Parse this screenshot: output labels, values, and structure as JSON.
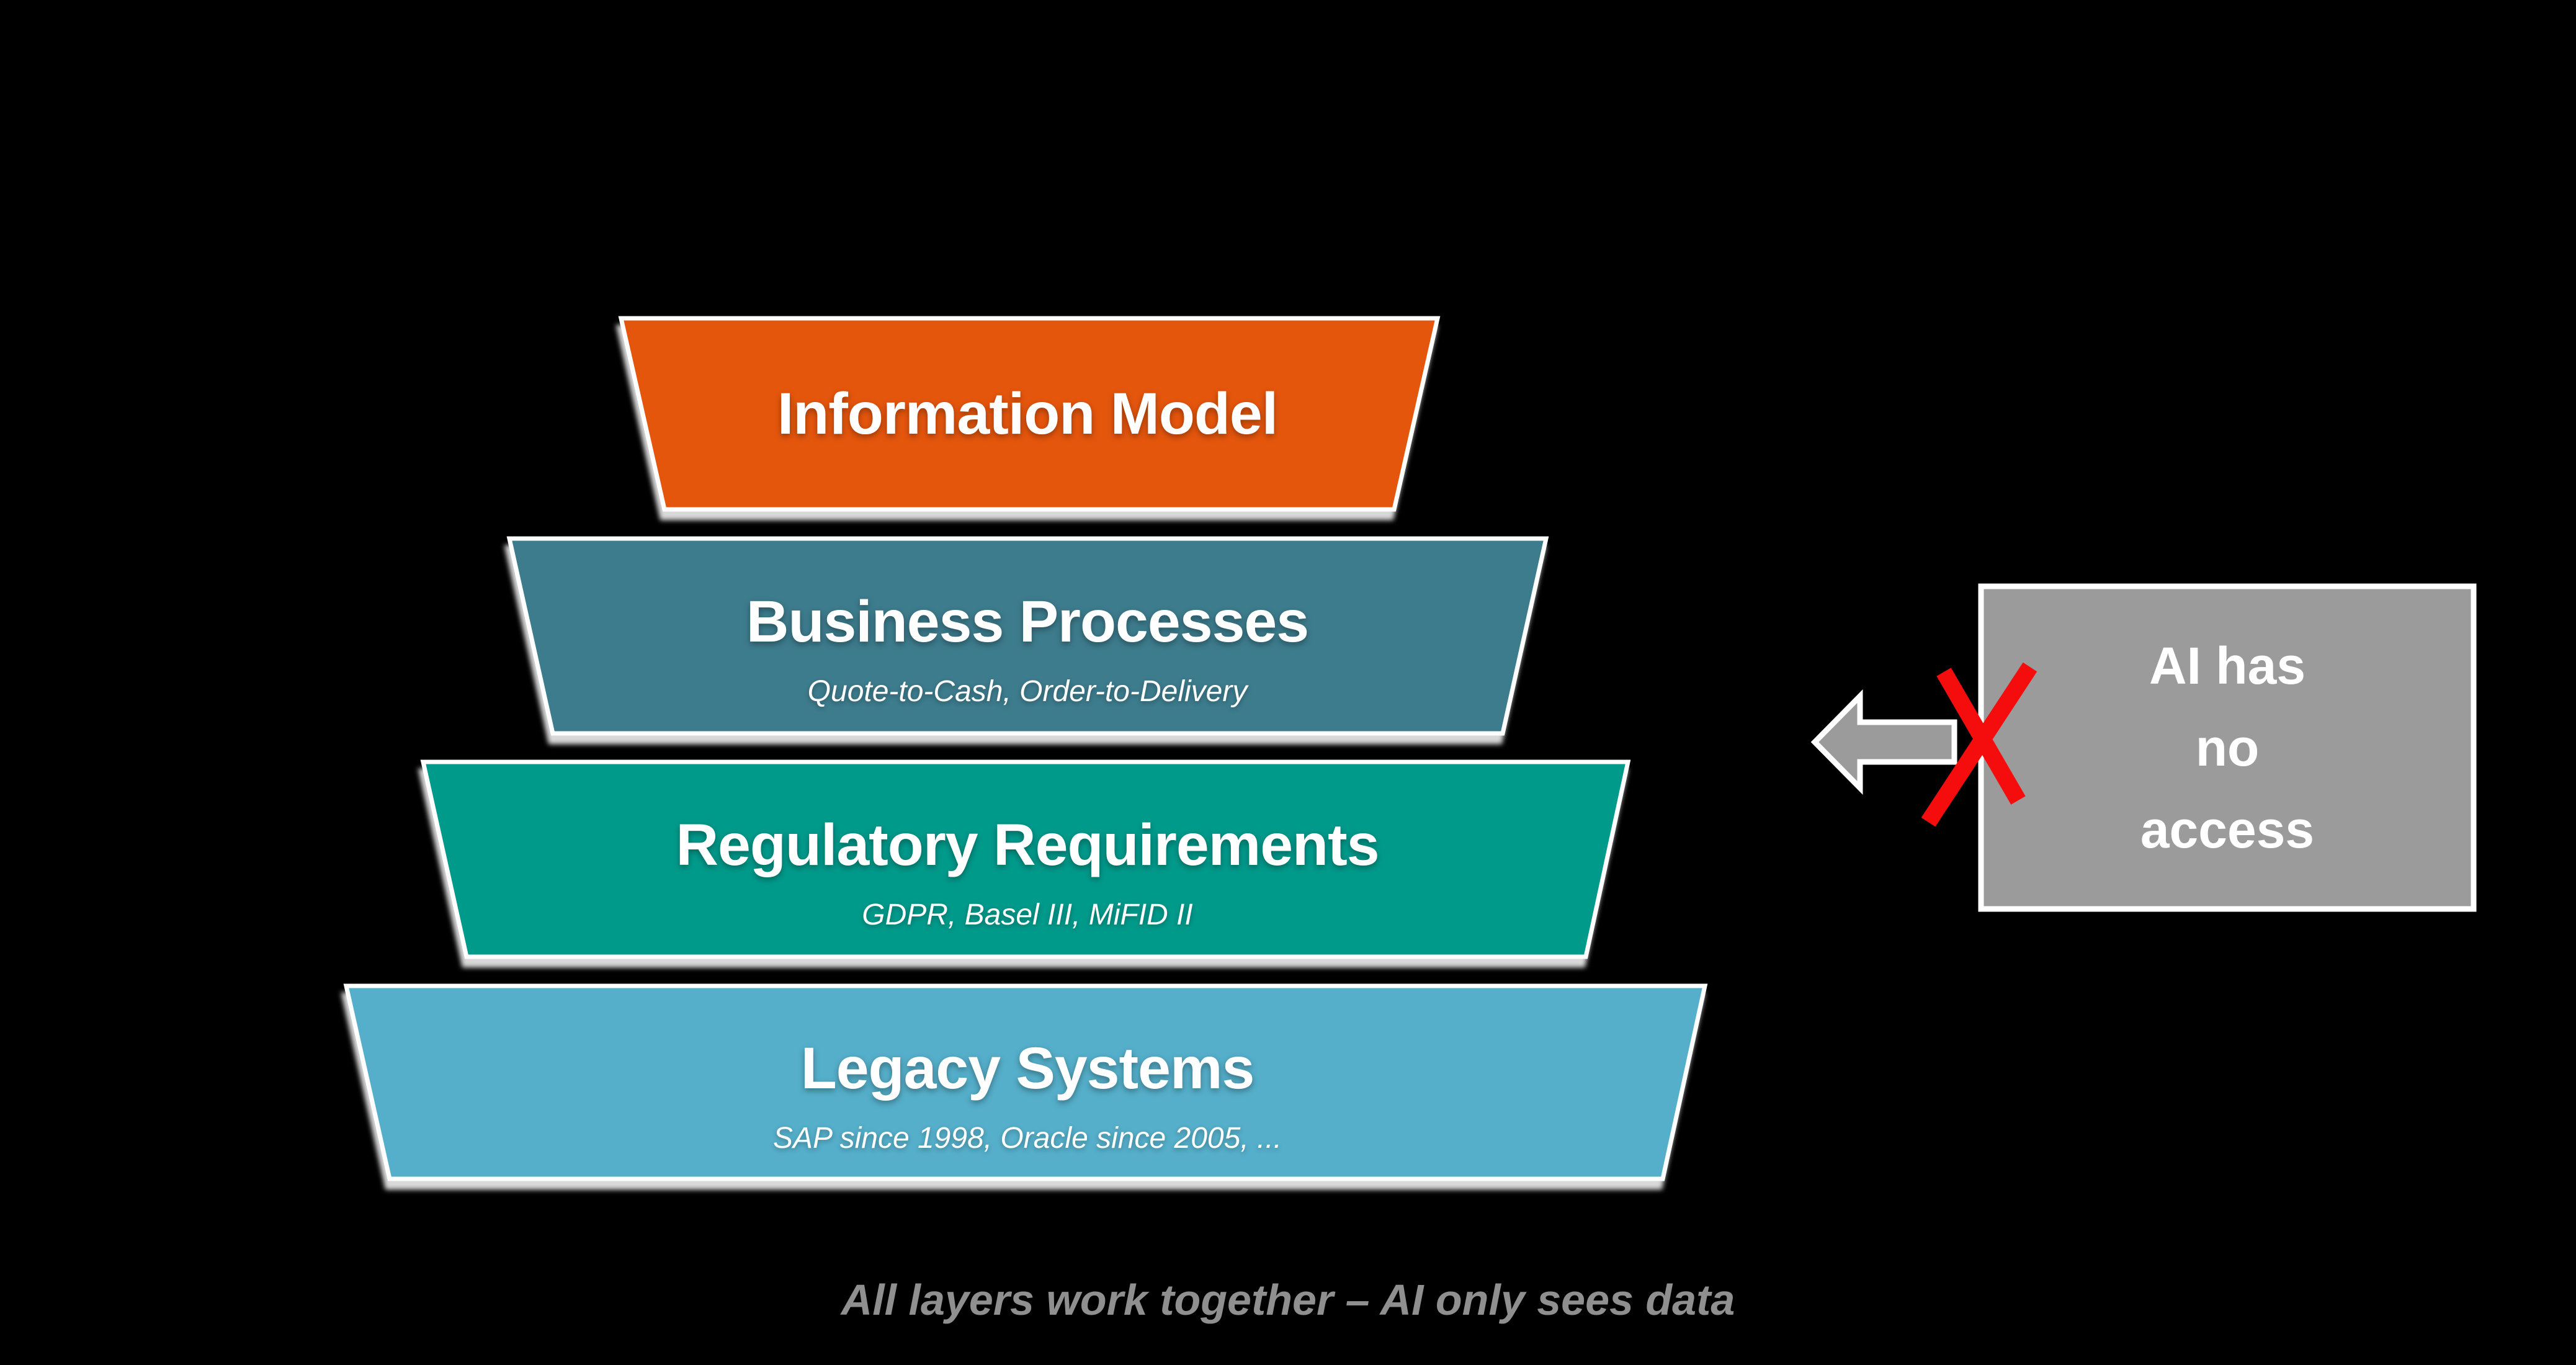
{
  "page": {
    "background_color": "#000000"
  },
  "pyramid": {
    "border_color": "#FFFFFF",
    "title_color": "#FFFFFF",
    "subtitle_color": "#FFFFFF",
    "layers": [
      {
        "id": "information-model",
        "title": "Information Model",
        "color": "#E5570D"
      },
      {
        "id": "business-processes",
        "title": "Business Processes",
        "subtitle": "Quote-to-Cash, Order-to-Delivery",
        "color": "#3E7C8D"
      },
      {
        "id": "regulatory-requirements",
        "title": "Regulatory Requirements",
        "subtitle": "GDPR, Basel III, MiFID II",
        "color": "#019A8B"
      },
      {
        "id": "legacy-systems",
        "title": "Legacy Systems",
        "subtitle": "SAP since 1998, Oracle since 2005, ...",
        "color": "#55AFCA"
      }
    ]
  },
  "ai_note": {
    "lines": [
      "AI has",
      "no",
      "access"
    ],
    "box_color": "#9B9B9B",
    "box_border_color": "#FFFFFF",
    "text_color": "#FFFFFF",
    "arrow_color": "#9B9B9B",
    "cross_color": "#F50D0D"
  },
  "caption": {
    "text": "All layers work together – AI only sees data",
    "color": "#8F8F8F"
  }
}
